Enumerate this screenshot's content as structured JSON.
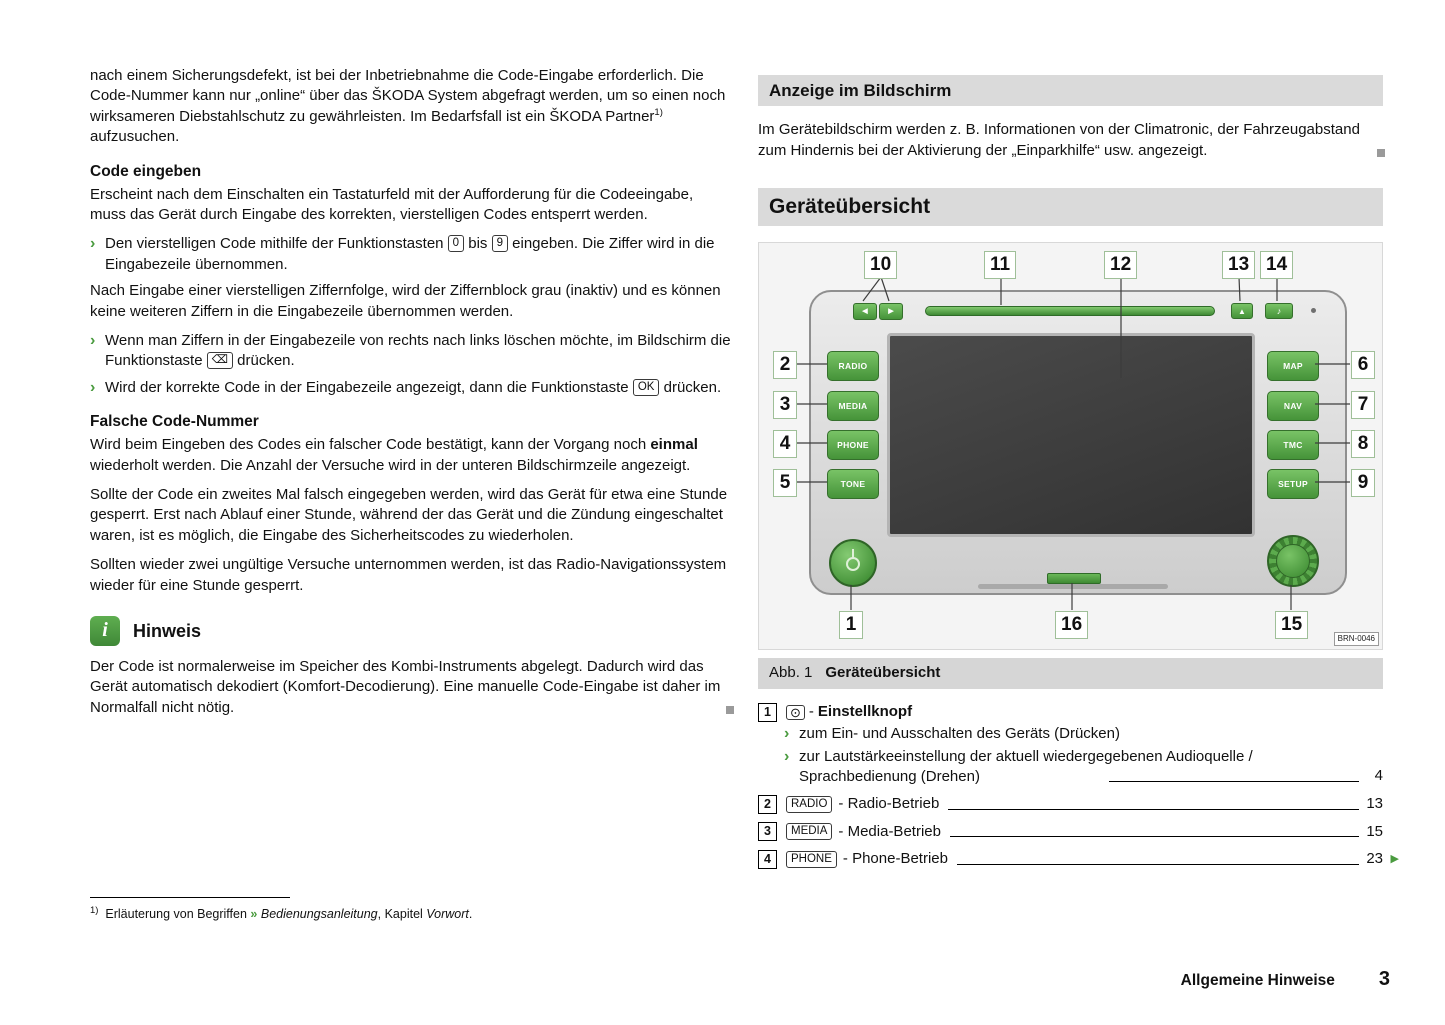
{
  "colors": {
    "accent_green": "#4a9b3f",
    "header_bg": "#dadada"
  },
  "glyphs": {
    "bullet": "›",
    "continue_arrow": "▶"
  },
  "left_column": {
    "intro_pre": "nach einem Sicherungsdefekt, ist bei der Inbetriebnahme die Code-Eingabe erforderlich. Die Code-Nummer kann nur „online“ über das ŠKODA System abgefragt werden, um so einen noch wirksameren Diebstahlschutz zu gewährleisten. Im Bedarfsfall ist ein ŠKODA Partner",
    "intro_footnote_marker": "1)",
    "intro_post": " aufzusuchen.",
    "code_heading": "Code eingeben",
    "code_para": "Erscheint nach dem Einschalten ein Tastaturfeld mit der Aufforderung für die Codeeingabe, muss das Gerät durch Eingabe des korrekten, vierstelligen Codes entsperrt werden.",
    "bullet1_pre": "Den vierstelligen Code mithilfe der Funktionstasten ",
    "bullet1_key1": "0",
    "bullet1_mid": " bis ",
    "bullet1_key2": "9",
    "bullet1_post": " eingeben. Die Ziffer wird in die Eingabezeile übernommen.",
    "para_inactive": "Nach Eingabe einer vierstelligen Ziffernfolge, wird der Ziffernblock grau (inaktiv) und es können keine weiteren Ziffern in die Eingabezeile übernommen werden.",
    "bullet2_pre": "Wenn man Ziffern in der Eingabezeile von rechts nach links löschen möchte, im Bildschirm die Funktionstaste ",
    "bullet2_key": "⌫",
    "bullet2_post": " drücken.",
    "bullet3_pre": "Wird der korrekte Code in der Eingabezeile angezeigt, dann die Funktionstaste ",
    "bullet3_key": "OK",
    "bullet3_post": " drücken.",
    "wrong_heading": "Falsche Code-Nummer",
    "wrong_para1_pre": "Wird beim Eingeben des Codes ein falscher Code bestätigt, kann der Vorgang noch ",
    "wrong_para1_bold": "einmal",
    "wrong_para1_post": " wiederholt werden. Die Anzahl der Versuche wird in der unteren Bildschirmzeile angezeigt.",
    "wrong_para2": "Sollte der Code ein zweites Mal falsch eingegeben werden, wird das Gerät für etwa eine Stunde gesperrt. Erst nach Ablauf einer Stunde, während der das Gerät und die Zündung eingeschaltet waren, ist es möglich, die Eingabe des Sicherheitscodes zu wiederholen.",
    "wrong_para3": "Sollten wieder zwei ungültige Versuche unternommen werden, ist das Radio-Navigationssystem wieder für eine Stunde gesperrt.",
    "note_icon": "i",
    "note_heading": "Hinweis",
    "note_para": "Der Code ist normalerweise im Speicher des Kombi-Instruments abgelegt. Dadurch wird das Gerät automatisch dekodiert (Komfort-Decodierung). Eine manuelle Code-Eingabe ist daher im Normalfall nicht nötig.",
    "footnote_marker": "1)",
    "footnote_pre": "Erläuterung von Begriffen ",
    "footnote_arrow": "»",
    "footnote_italic1": "Bedienungsanleitung",
    "footnote_mid": ", Kapitel ",
    "footnote_italic2": "Vorwort",
    "footnote_post": "."
  },
  "right_column": {
    "display_heading": "Anzeige im Bildschirm",
    "display_para": "Im Gerätebildschirm werden z. B. Informationen von der Climatronic, der Fahrzeugabstand zum Hindernis bei der Aktivierung der „Einparkhilfe“ usw. angezeigt.",
    "overview_heading": "Geräteübersicht",
    "diagram": {
      "callouts_top": [
        "10",
        "11",
        "12",
        "13",
        "14"
      ],
      "callouts_left": [
        "2",
        "3",
        "4",
        "5"
      ],
      "callouts_right": [
        "6",
        "7",
        "8",
        "9"
      ],
      "callouts_bottom": [
        "1",
        "16",
        "15"
      ],
      "buttons_left": [
        "RADIO",
        "MEDIA",
        "PHONE",
        "TONE"
      ],
      "buttons_right": [
        "MAP",
        "NAV",
        "TMC",
        "SETUP"
      ],
      "prev_glyph": "◀",
      "next_glyph": "▶",
      "eject_glyph": "▲",
      "sound_glyph": "♪",
      "image_code": "BRN-0046"
    },
    "caption_label": "Abb. 1",
    "caption_title": "Geräteübersicht",
    "legend_item1": {
      "num": "1",
      "knob_glyph": "⊙",
      "sep": "-",
      "name": "Einstellknopf",
      "sub1": "zum Ein- und Ausschalten des Geräts (Drücken)",
      "sub2": "zur Lautstärkeeinstellung der aktuell wiedergegebenen Audioquelle / Sprachbedienung (Drehen)",
      "page": "4"
    },
    "legend_items": [
      {
        "num": "2",
        "key": "RADIO",
        "text": "- Radio-Betrieb",
        "page": "13"
      },
      {
        "num": "3",
        "key": "MEDIA",
        "text": "- Media-Betrieb",
        "page": "15"
      },
      {
        "num": "4",
        "key": "PHONE",
        "text": "- Phone-Betrieb",
        "page": "23"
      }
    ]
  },
  "footer": {
    "section": "Allgemeine Hinweise",
    "page": "3"
  }
}
